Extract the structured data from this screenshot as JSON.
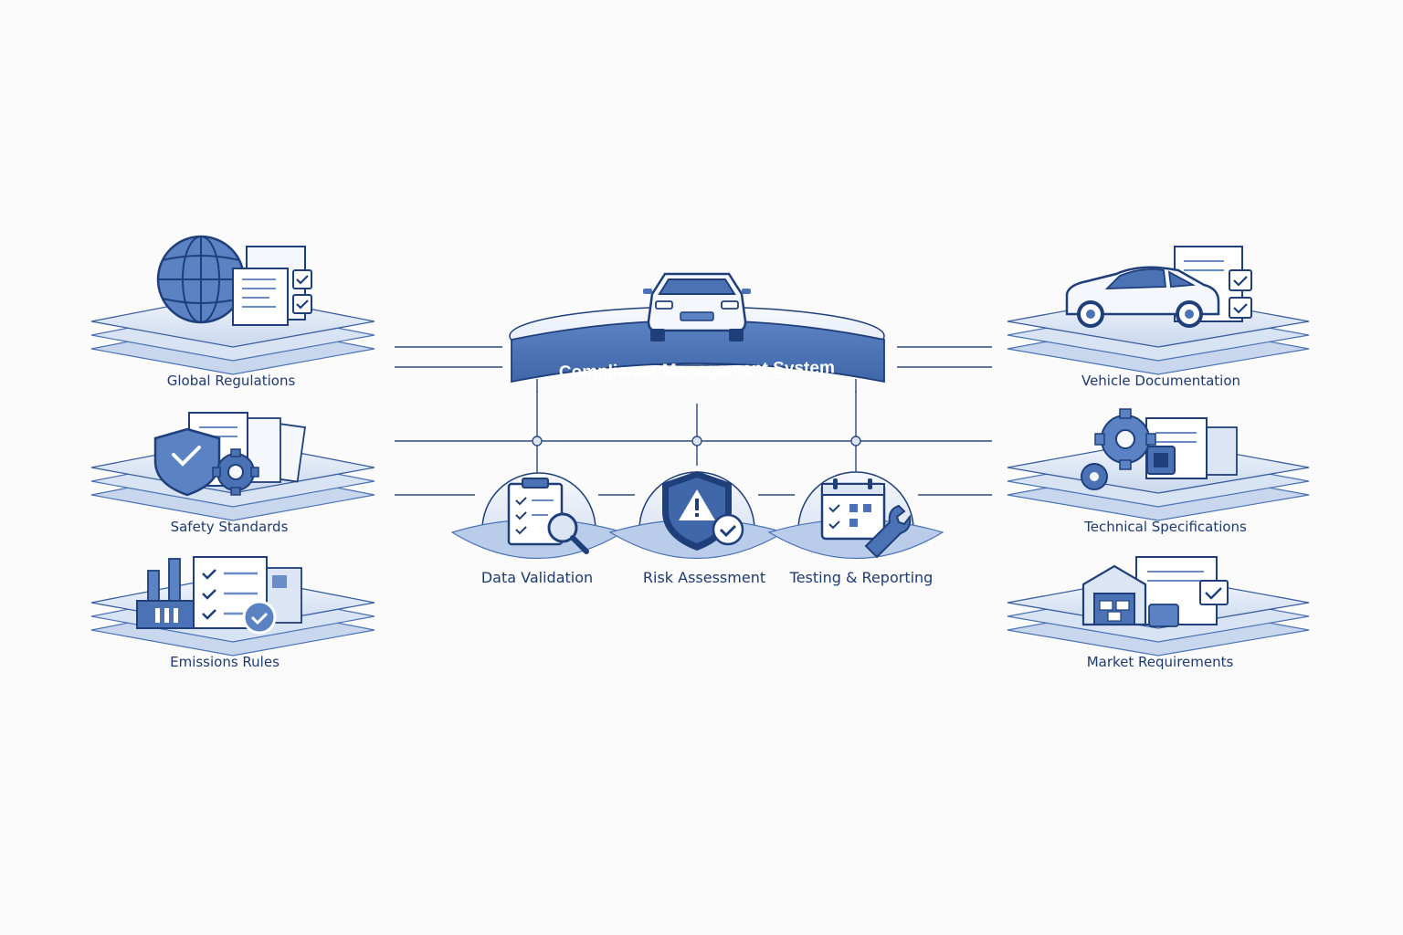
{
  "diagram": {
    "center": {
      "title": "Compliance Management System",
      "icon": "car-front-icon"
    },
    "left_nodes": [
      {
        "label": "Global Regulations",
        "icon": "globe-documents-icon"
      },
      {
        "label": "Safety Standards",
        "icon": "shield-gear-icon"
      },
      {
        "label": "Emissions Rules",
        "icon": "factory-checklist-icon"
      }
    ],
    "right_nodes": [
      {
        "label": "Vehicle Documentation",
        "icon": "car-documents-icon"
      },
      {
        "label": "Technical Specifications",
        "icon": "gears-chip-icon"
      },
      {
        "label": "Market Requirements",
        "icon": "warehouse-icon"
      }
    ],
    "process_nodes": [
      {
        "label": "Data Validation",
        "icon": "clipboard-magnifier-icon"
      },
      {
        "label": "Risk Assessment",
        "icon": "warning-shield-icon"
      },
      {
        "label": "Testing & Reporting",
        "icon": "calendar-wrench-icon"
      }
    ],
    "colors": {
      "primary": "#4a72b5",
      "dark": "#1f3f7a",
      "light": "#dbe5f4",
      "pale": "#edf2fa"
    }
  }
}
